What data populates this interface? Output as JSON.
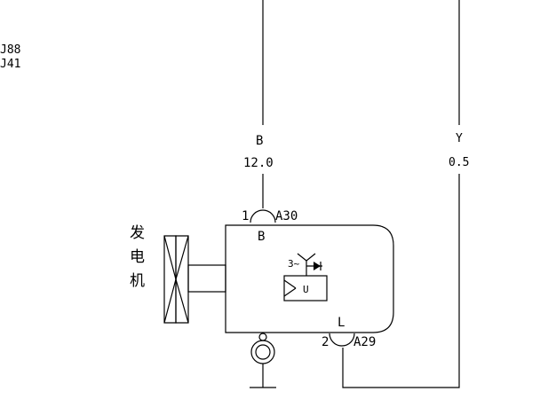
{
  "side_refs": [
    "J88",
    "J41"
  ],
  "wire_left": {
    "color_code": "B",
    "gauge": "12.0"
  },
  "wire_right": {
    "color_code": "Y",
    "gauge": "0.5"
  },
  "connector_top": {
    "pin": "1",
    "id": "A30"
  },
  "connector_bottom": {
    "pin": "2",
    "id": "A29"
  },
  "generator": {
    "name_chars": [
      "发",
      "电",
      "机"
    ],
    "terminal_b": "B",
    "terminal_l": "L",
    "regulator_phase_label": "3~",
    "regulator_box_label": "U"
  }
}
